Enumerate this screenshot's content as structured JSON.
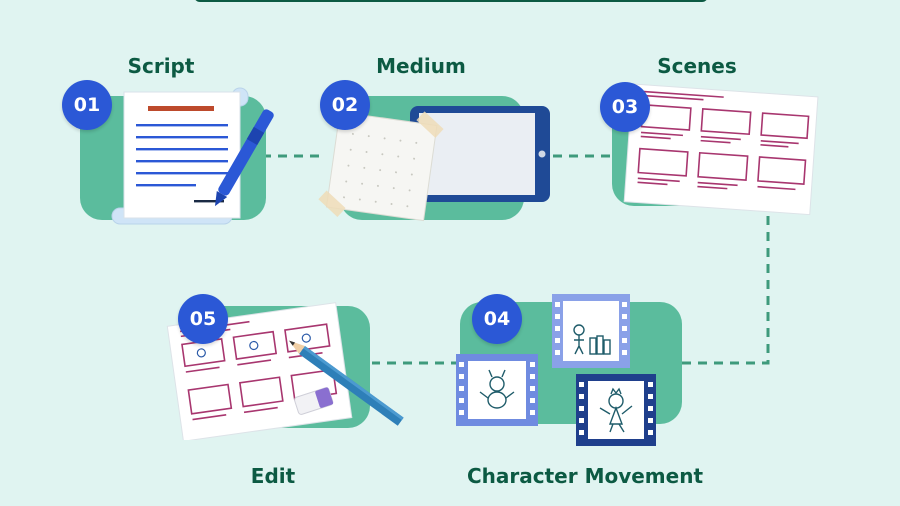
{
  "colors": {
    "background": "#e0f4f1",
    "title": "#0c5a43",
    "badge": "#2b58d6",
    "blob": "#5bbc9d",
    "connector": "#3e9a7c",
    "storyboard_frame": "#a8366f",
    "pen": "#2b58d6"
  },
  "steps": [
    {
      "number": "01",
      "title": "Script",
      "icon": "script-paper-pen-icon"
    },
    {
      "number": "02",
      "title": "Medium",
      "icon": "tablet-paper-icon"
    },
    {
      "number": "03",
      "title": "Scenes",
      "icon": "storyboard-icon"
    },
    {
      "number": "04",
      "title": "Character Movement",
      "icon": "film-frames-icon"
    },
    {
      "number": "05",
      "title": "Edit",
      "icon": "storyboard-pencil-icon"
    }
  ]
}
